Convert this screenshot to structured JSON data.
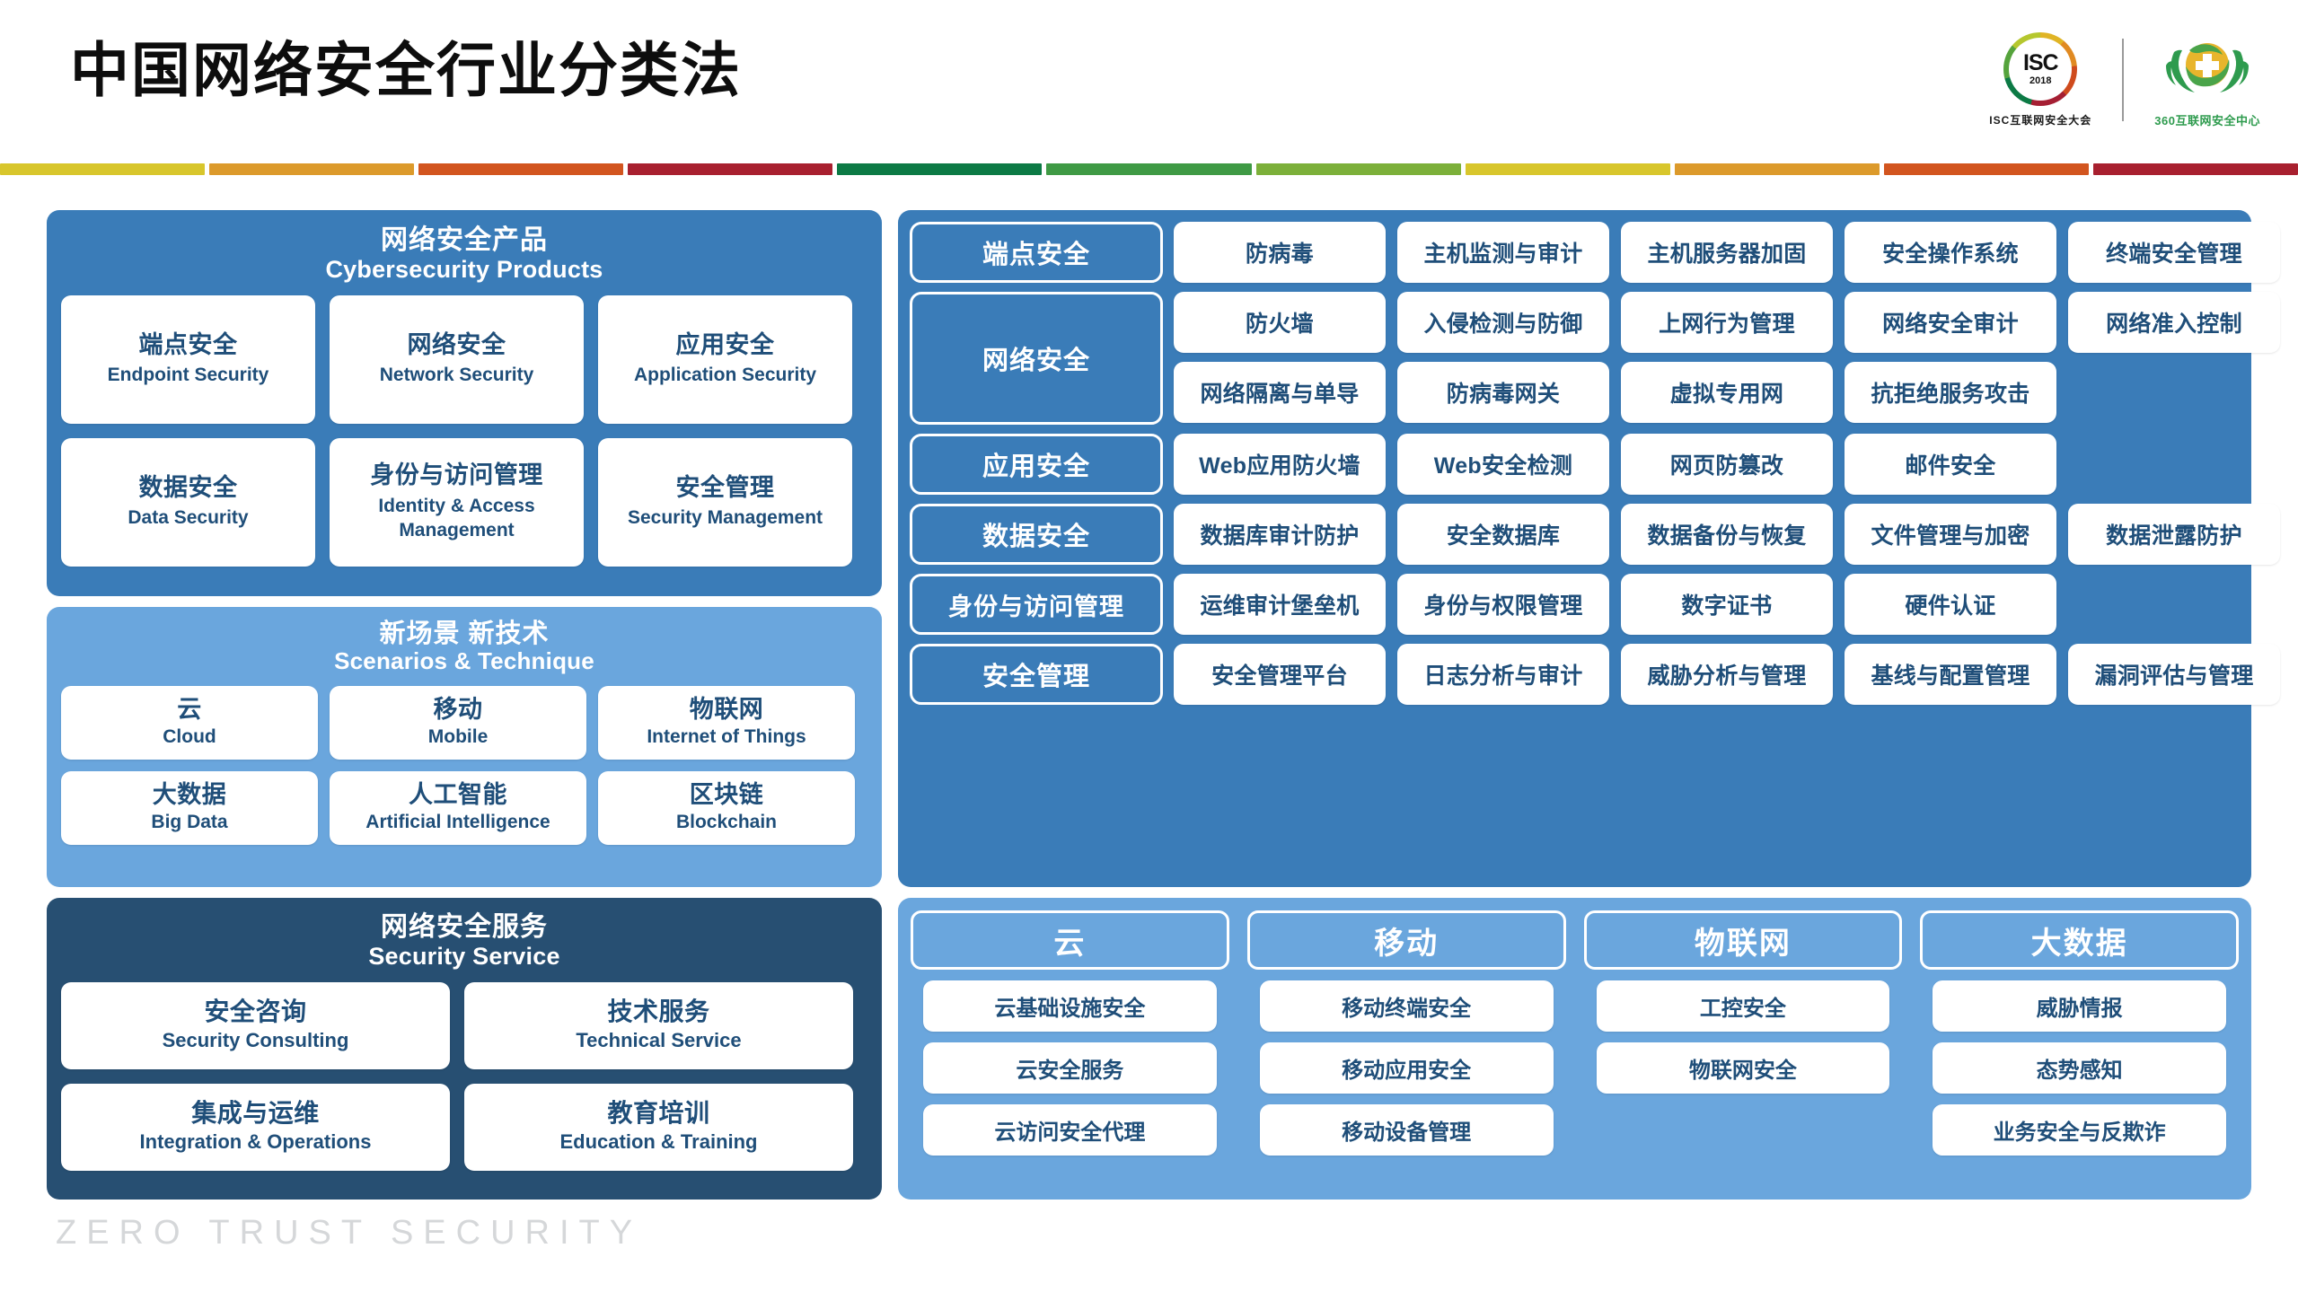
{
  "header": {
    "title": "中国网络安全行业分类法",
    "logos": {
      "isc": {
        "word": "ISC",
        "year": "2018",
        "subtitle": "ISC互联网安全大会"
      },
      "g360": {
        "subtitle": "360互联网安全中心"
      }
    },
    "colorbar": [
      "#d8c62c",
      "#dc9a2b",
      "#d2551f",
      "#a8202f",
      "#0c7a45",
      "#3f9a45",
      "#7cb03a",
      "#d8c62c",
      "#dc9a2b",
      "#d2551f",
      "#a8202f"
    ]
  },
  "watermark": "ZERO TRUST SECURITY",
  "left": {
    "products": {
      "title_cn": "网络安全产品",
      "title_en": "Cybersecurity Products",
      "bg": "#3a7cb8",
      "cards": [
        {
          "cn": "端点安全",
          "en": "Endpoint Security"
        },
        {
          "cn": "网络安全",
          "en": "Network Security"
        },
        {
          "cn": "应用安全",
          "en": "Application Security"
        },
        {
          "cn": "数据安全",
          "en": "Data Security"
        },
        {
          "cn": "身份与访问管理",
          "en": "Identity & Access Management"
        },
        {
          "cn": "安全管理",
          "en": "Security Management"
        }
      ]
    },
    "scenarios": {
      "title_cn": "新场景 新技术",
      "title_en": "Scenarios & Technique",
      "bg": "#6aa6dd",
      "cards": [
        {
          "cn": "云",
          "en": "Cloud"
        },
        {
          "cn": "移动",
          "en": "Mobile"
        },
        {
          "cn": "物联网",
          "en": "Internet of Things"
        },
        {
          "cn": "大数据",
          "en": "Big Data"
        },
        {
          "cn": "人工智能",
          "en": "Artificial Intelligence"
        },
        {
          "cn": "区块链",
          "en": "Blockchain"
        }
      ]
    },
    "service": {
      "title_cn": "网络安全服务",
      "title_en": "Security Service",
      "bg": "#274f72",
      "cards": [
        {
          "cn": "安全咨询",
          "en": "Security Consulting"
        },
        {
          "cn": "技术服务",
          "en": "Technical Service"
        },
        {
          "cn": "集成与运维",
          "en": "Integration & Operations"
        },
        {
          "cn": "教育培训",
          "en": "Education & Training"
        }
      ]
    }
  },
  "right": {
    "matrix": {
      "bg": "#3a7cb8",
      "rows": [
        {
          "category": "端点安全",
          "lines": [
            [
              "防病毒",
              "主机监测与审计",
              "主机服务器加固",
              "安全操作系统",
              "终端安全管理"
            ]
          ]
        },
        {
          "category": "网络安全",
          "lines": [
            [
              "防火墙",
              "入侵检测与防御",
              "上网行为管理",
              "网络安全审计",
              "网络准入控制"
            ],
            [
              "网络隔离与单导",
              "防病毒网关",
              "虚拟专用网",
              "抗拒绝服务攻击"
            ]
          ]
        },
        {
          "category": "应用安全",
          "lines": [
            [
              "Web应用防火墙",
              "Web安全检测",
              "网页防篡改",
              "邮件安全"
            ]
          ]
        },
        {
          "category": "数据安全",
          "lines": [
            [
              "数据库审计防护",
              "安全数据库",
              "数据备份与恢复",
              "文件管理与加密",
              "数据泄露防护"
            ]
          ]
        },
        {
          "category": "身份与访问管理",
          "lines": [
            [
              "运维审计堡垒机",
              "身份与权限管理",
              "数字证书",
              "硬件认证"
            ]
          ]
        },
        {
          "category": "安全管理",
          "lines": [
            [
              "安全管理平台",
              "日志分析与审计",
              "威胁分析与管理",
              "基线与配置管理",
              "漏洞评估与管理"
            ]
          ]
        }
      ]
    },
    "scenario_columns": {
      "bg": "#6aa6dd",
      "columns": [
        {
          "head": "云",
          "items": [
            "云基础设施安全",
            "云安全服务",
            "云访问安全代理"
          ]
        },
        {
          "head": "移动",
          "items": [
            "移动终端安全",
            "移动应用安全",
            "移动设备管理"
          ]
        },
        {
          "head": "物联网",
          "items": [
            "工控安全",
            "物联网安全"
          ]
        },
        {
          "head": "大数据",
          "items": [
            "威胁情报",
            "态势感知",
            "业务安全与反欺诈"
          ]
        }
      ]
    }
  }
}
